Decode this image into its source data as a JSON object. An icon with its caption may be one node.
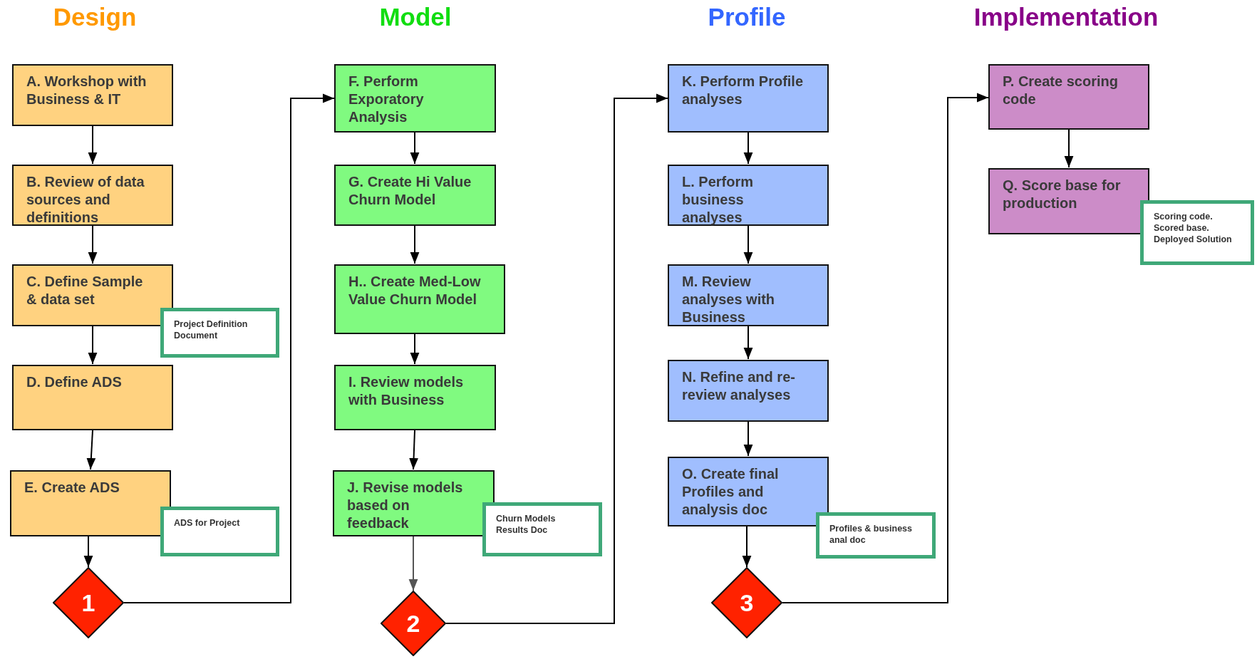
{
  "diagram": {
    "nodes": [
      {
        "text": [
          "A. Workshop with Business & IT"
        ]
      },
      {
        "text": [
          "B. Review of data sources and definitions"
        ]
      },
      {
        "text": [
          "C. Define Sample & data set"
        ]
      },
      {
        "text": [
          "D. Define ADS"
        ]
      },
      {
        "text": [
          "E. Create ADS"
        ]
      },
      {
        "text": [
          "Project Definition Document"
        ]
      },
      {
        "text": [
          "ADS for Project"
        ]
      },
      {
        "text": [
          "1"
        ]
      },
      {
        "text": [
          "F. Perform Exporatory Analysis"
        ]
      },
      {
        "text": [
          "G. Create Hi Value Churn Model"
        ]
      },
      {
        "text": [
          "H.. Create Med-Low Value Churn Model"
        ]
      },
      {
        "text": [
          "I. Review models with Business"
        ]
      },
      {
        "text": [
          "J. Revise models based on feedback"
        ]
      },
      {
        "text": [
          "Churn Models Results Doc"
        ]
      },
      {
        "text": [
          "2"
        ]
      },
      {
        "text": [
          "K. Perform Profile analyses"
        ]
      },
      {
        "text": [
          "L. Perform business analyses"
        ]
      },
      {
        "text": [
          "M. Review analyses with Business"
        ]
      },
      {
        "text": [
          "N. Refine and re-review analyses"
        ]
      },
      {
        "text": [
          "O. Create final Profiles and analysis doc"
        ]
      },
      {
        "text": [
          "Profiles & business anal doc"
        ]
      },
      {
        "text": [
          "3"
        ]
      },
      {
        "text": [
          "P. Create scoring code"
        ]
      },
      {
        "text": [
          "Q. Score base for production"
        ]
      },
      {
        "text": [
          "Scoring code. Scored base. Deployed Solution"
        ]
      }
    ],
    "edges": [
      {
        "from": 0,
        "to": 1,
        "arrow": "to"
      },
      {
        "from": 1,
        "to": 2,
        "arrow": "to"
      },
      {
        "from": 2,
        "to": 3,
        "arrow": "to"
      },
      {
        "from": 3,
        "to": 4,
        "arrow": "to"
      },
      {
        "from": 4,
        "to": 7,
        "arrow": "to"
      },
      {
        "from": 7,
        "to": 8,
        "arrow": "to"
      },
      {
        "from": 8,
        "to": 9,
        "arrow": "to"
      },
      {
        "from": 9,
        "to": 10,
        "arrow": "to"
      },
      {
        "from": 10,
        "to": 11,
        "arrow": "to"
      },
      {
        "from": 11,
        "to": 12,
        "arrow": "to"
      },
      {
        "from": 12,
        "to": 14,
        "arrow": "to",
        "color": "#555555"
      },
      {
        "from": 14,
        "to": 15,
        "arrow": "to"
      },
      {
        "from": 15,
        "to": 16,
        "arrow": "to"
      },
      {
        "from": 16,
        "to": 17,
        "arrow": "to"
      },
      {
        "from": 17,
        "to": 18,
        "arrow": "to"
      },
      {
        "from": 18,
        "to": 19,
        "arrow": "to"
      },
      {
        "from": 19,
        "to": 21,
        "arrow": "to"
      },
      {
        "from": 21,
        "to": 22,
        "arrow": "to"
      },
      {
        "from": 22,
        "to": 23,
        "arrow": "to"
      }
    ],
    "labels": [
      "Design",
      "Model",
      "Profile",
      "Implementation"
    ]
  }
}
